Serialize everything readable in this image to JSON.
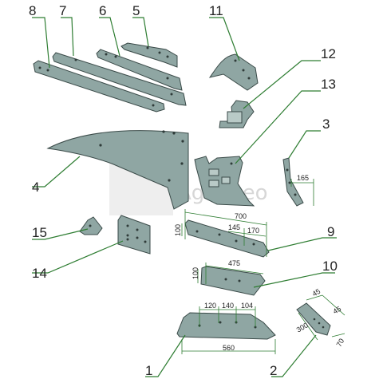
{
  "watermark": {
    "text": "Agroweo"
  },
  "labels": {
    "l1": "1",
    "l2": "2",
    "l3": "3",
    "l4": "4",
    "l5": "5",
    "l6": "6",
    "l7": "7",
    "l8": "8",
    "l9": "9",
    "l10": "10",
    "l11": "11",
    "l12": "12",
    "l13": "13",
    "l14": "14",
    "l15": "15"
  },
  "dimensions": {
    "d165": "165",
    "d700": "700",
    "d145": "145",
    "d170": "170",
    "d100a": "100",
    "d475": "475",
    "d100b": "100",
    "d120": "120",
    "d140": "140",
    "d104": "104",
    "d560": "560",
    "d45a": "45",
    "d45b": "45",
    "d300": "300",
    "d70": "70"
  },
  "colors": {
    "part": "#8fa6a3",
    "leader": "#2e7d32"
  }
}
